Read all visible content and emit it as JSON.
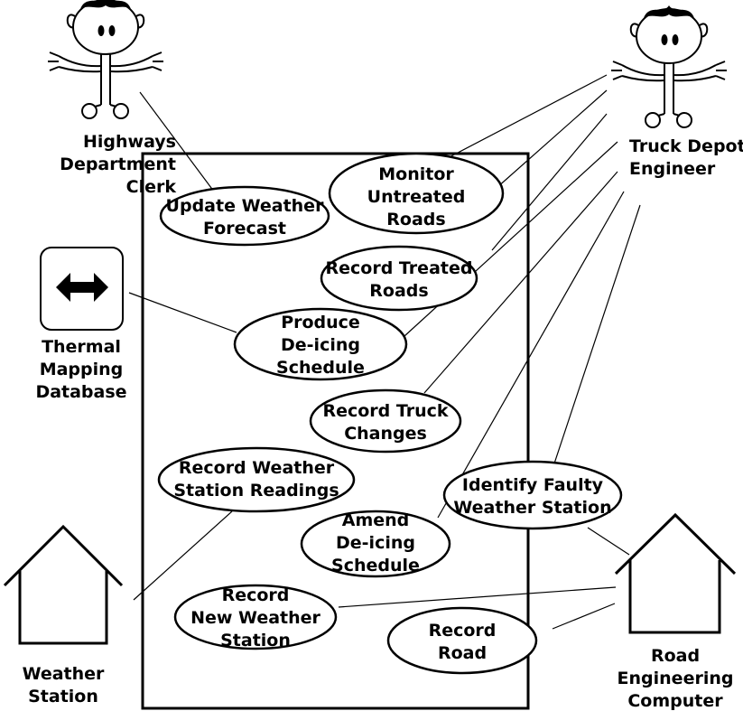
{
  "actors": {
    "clerk": [
      "Highways",
      "Department",
      "Clerk"
    ],
    "engineer": [
      "Truck Depot",
      "Engineer"
    ],
    "thermal": [
      "Thermal",
      "Mapping",
      "Database"
    ],
    "weather": [
      "Weather",
      "Station"
    ],
    "road_computer": [
      "Road",
      "Engineering",
      "Computer"
    ]
  },
  "use_cases": {
    "update_forecast": [
      "Update Weather",
      "Forecast"
    ],
    "monitor_untreated": [
      "Monitor",
      "Untreated",
      "Roads"
    ],
    "record_treated": [
      "Record Treated",
      "Roads"
    ],
    "produce_schedule": [
      "Produce",
      "De-icing",
      "Schedule"
    ],
    "record_truck": [
      "Record Truck",
      "Changes"
    ],
    "record_readings": [
      "Record Weather",
      "Station Readings"
    ],
    "identify_faulty": [
      "Identify Faulty",
      "Weather Station"
    ],
    "amend_schedule": [
      "Amend",
      "De-icing",
      "Schedule"
    ],
    "record_new_station": [
      "Record",
      "New Weather",
      "Station"
    ],
    "record_road": [
      "Record",
      "Road"
    ]
  },
  "icons": {
    "stick_figure": "stick-figure-actor-icon",
    "database": "double-arrow-icon",
    "house": "house-icon"
  }
}
